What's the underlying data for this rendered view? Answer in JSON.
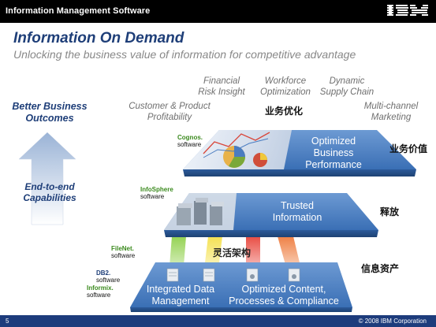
{
  "header": {
    "title": "Information Management Software",
    "logo": "IBM"
  },
  "slide": {
    "title": "Information On Demand",
    "subtitle": "Unlocking the business value of information for competitive advantage"
  },
  "left": {
    "outcomes": "Better Business Outcomes",
    "capabilities": "End-to-end Capabilities"
  },
  "top_labels": {
    "customer": "Customer & Product Profitability",
    "financial": "Financial Risk Insight",
    "workforce": "Workforce Optimization",
    "supply": "Dynamic Supply Chain",
    "multichannel": "Multi-channel Marketing",
    "cn_business_optimization": "业务优化"
  },
  "layers": {
    "top": {
      "text": "Optimized Business Performance",
      "cn": "业务价值"
    },
    "middle": {
      "text": "Trusted Information",
      "cn": "释放"
    },
    "bottom_left": "Integrated Data Management",
    "bottom_right": "Optimized Content, Processes & Compliance",
    "bottom_cn": "信息资产",
    "flex_arch_cn": "灵活架构"
  },
  "products": {
    "cognos": {
      "name": "Cognos.",
      "sub": "software"
    },
    "infosphere": {
      "name": "InfoSphere",
      "sub": "software"
    },
    "filenet": {
      "name": "FileNet.",
      "sub": "software"
    },
    "db2": {
      "name": "DB2.",
      "sub": "software"
    },
    "informix": {
      "name": "Informix.",
      "sub": "software"
    }
  },
  "footer": {
    "page": "5",
    "copyright": "© 2008 IBM Corporation"
  },
  "colors": {
    "brand_blue": "#1e3e78",
    "footer_blue": "#1d3c7c",
    "layer_blue": "#3a6fb5",
    "green": "#3b8a1e"
  }
}
